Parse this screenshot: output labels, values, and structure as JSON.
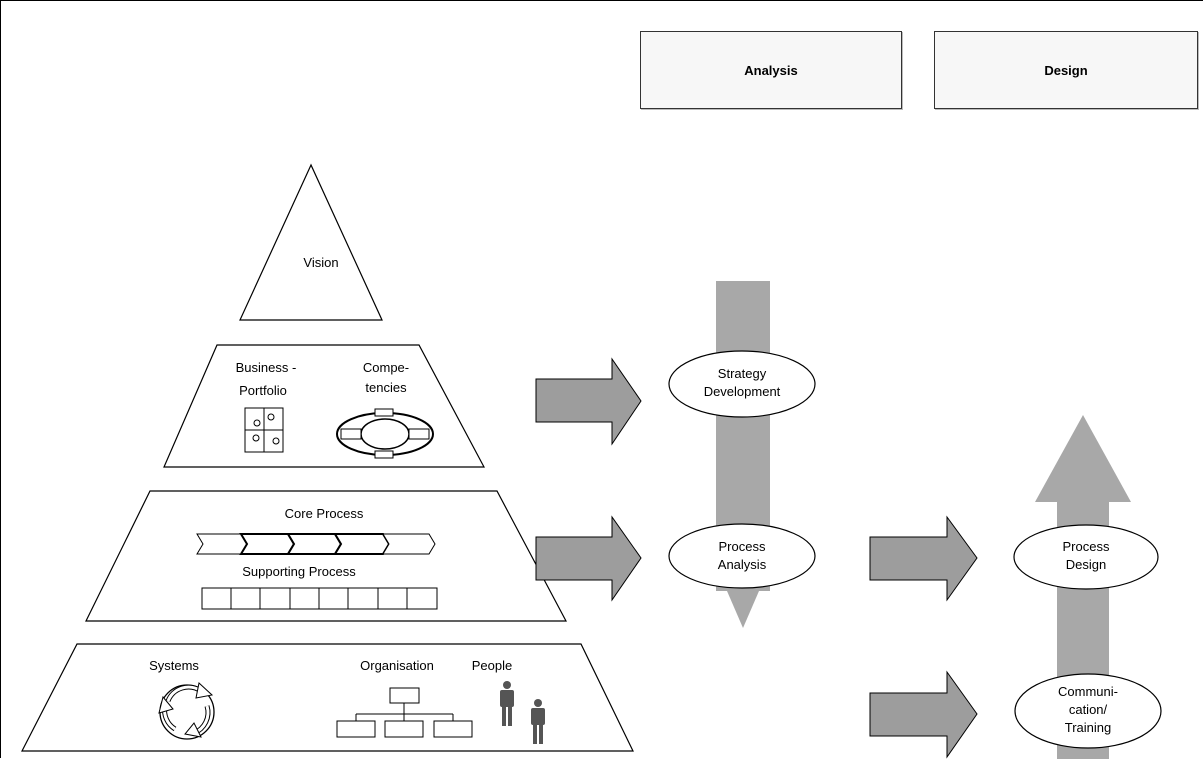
{
  "headers": {
    "analysis": "Analysis",
    "design": "Design"
  },
  "pyramid": {
    "vision": "Vision",
    "business_portfolio_line1": "Business -",
    "business_portfolio_line2": "Portfolio",
    "competencies_line1": "Compe-",
    "competencies_line2": "tencies",
    "core_process": "Core Process",
    "supporting_process": "Supporting Process",
    "systems": "Systems",
    "organisation": "Organisation",
    "people": "People"
  },
  "phases": {
    "strategy_line1": "Strategy",
    "strategy_line2": "Development",
    "analysis_line1": "Process",
    "analysis_line2": "Analysis",
    "design_line1": "Process",
    "design_line2": "Design",
    "training_line1": "Communi-",
    "training_line2": "cation/",
    "training_line3": "Training"
  },
  "colors": {
    "arrow_fill": "#9d9d9d",
    "vertical_arrow": "#a8a8a8",
    "ellipse_fill": "#ffffff",
    "stroke": "#000000"
  },
  "icons": [
    "matrix-icon",
    "competency-ring-icon",
    "process-chevrons-icon",
    "process-boxes-icon",
    "recycle-icon",
    "org-chart-icon",
    "people-icon"
  ]
}
